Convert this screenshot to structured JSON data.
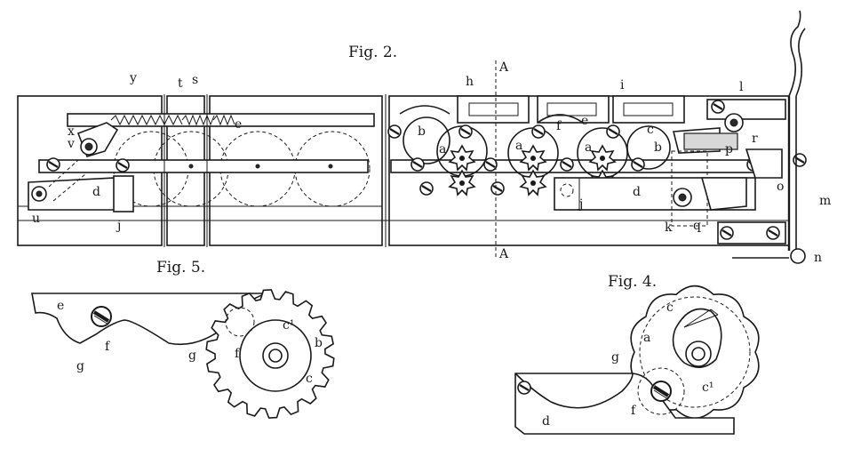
{
  "figures": {
    "fig2": {
      "title": "Fig. 2.",
      "labels": {
        "y": "y",
        "t": "t",
        "s": "s",
        "x": "x",
        "v": "v",
        "e1": "e",
        "e2": "e",
        "d1": "d",
        "u": "u",
        "j1": "j",
        "h": "h",
        "A_top": "A",
        "A_bottom": "A",
        "i": "i",
        "l": "l",
        "b1": "b",
        "a1": "a",
        "a2": "a",
        "a3": "a",
        "f": "f",
        "c": "c",
        "b2": "b",
        "p": "p",
        "r": "r",
        "o": "o",
        "d2": "d",
        "j2": "j",
        "k": "k",
        "q": "q",
        "m": "m",
        "n": "n"
      }
    },
    "fig5": {
      "title": "Fig. 5.",
      "labels": {
        "e": "e",
        "g1": "g",
        "f": "f",
        "g2": "g",
        "f2": "f",
        "c1": "c¹",
        "b": "b",
        "c": "c"
      }
    },
    "fig4": {
      "title": "Fig. 4.",
      "labels": {
        "c": "c",
        "a": "a",
        "g": "g",
        "c1": "c¹",
        "f": "f",
        "d": "d"
      }
    }
  },
  "colors": {
    "ink": "#1a1a1a",
    "paper": "#ffffff"
  }
}
